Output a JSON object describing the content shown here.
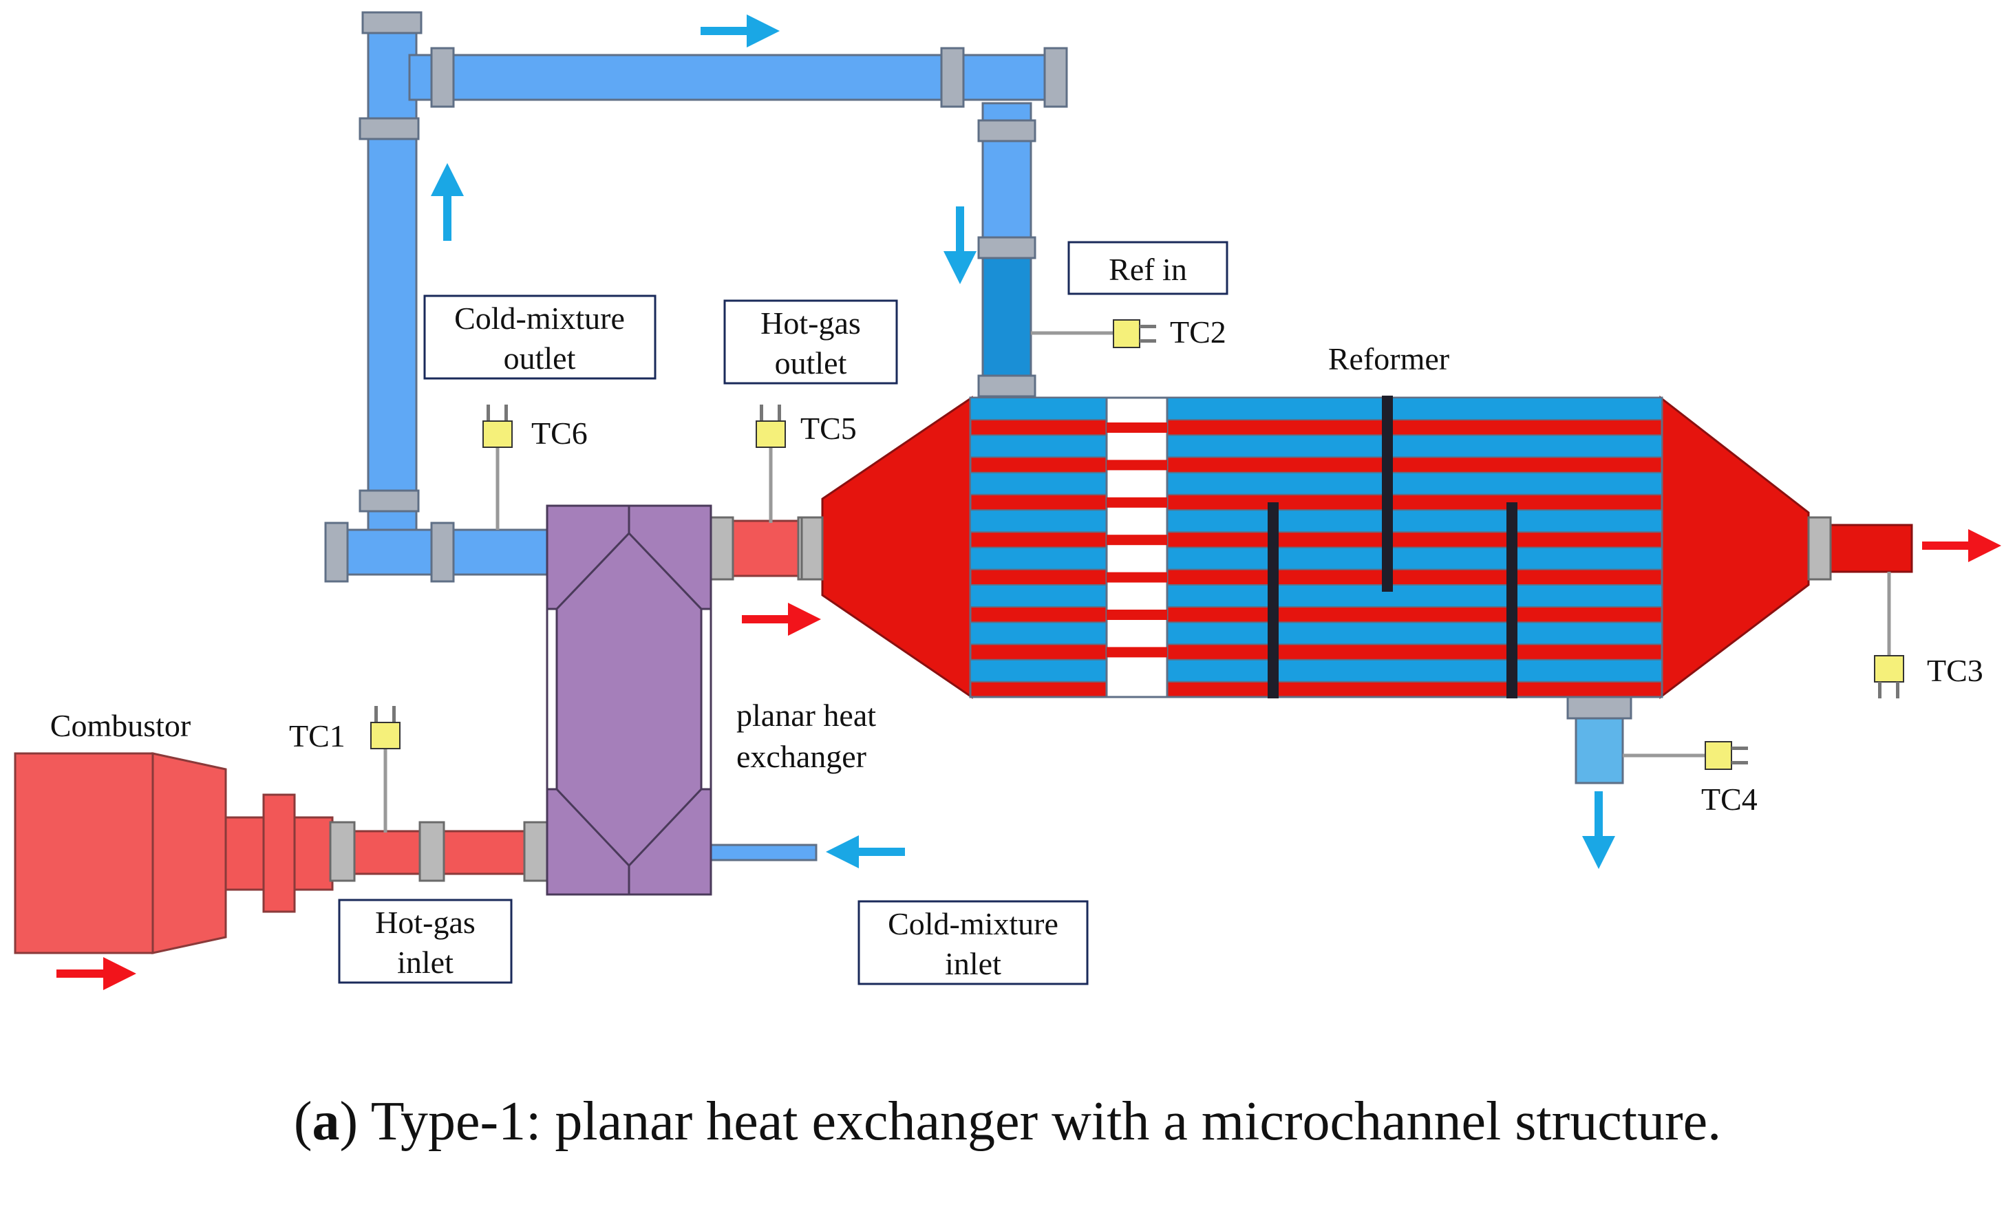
{
  "colors": {
    "cold_pipe": "#5fa8f5",
    "hot_pipe": "#f25757",
    "reformer_red": "#e5140e",
    "reformer_blue": "#1a9ee0",
    "exchanger_purple": "#a57fba",
    "flange": "#a9b0bb",
    "thermocouple": "#f5f07a",
    "hot_arrow": "#f2141b",
    "cold_arrow": "#1aa7e5",
    "baffle": "#1e1e2a"
  },
  "labels": {
    "cold_mixture_outlet": [
      "Cold-mixture",
      "outlet"
    ],
    "hot_gas_outlet": [
      "Hot-gas",
      "outlet"
    ],
    "ref_in": "Ref in",
    "hot_gas_inlet": [
      "Hot-gas",
      "inlet"
    ],
    "cold_mixture_inlet": [
      "Cold-mixture",
      "inlet"
    ],
    "reformer": "Reformer",
    "combustor": "Combustor",
    "planar_heat_exchanger": [
      "planar heat",
      "exchanger"
    ]
  },
  "thermocouples": {
    "tc1": "TC1",
    "tc2": "TC2",
    "tc3": "TC3",
    "tc4": "TC4",
    "tc5": "TC5",
    "tc6": "TC6"
  },
  "caption": {
    "letter": "a",
    "text": "Type-1: planar heat exchanger with a microchannel structure."
  }
}
